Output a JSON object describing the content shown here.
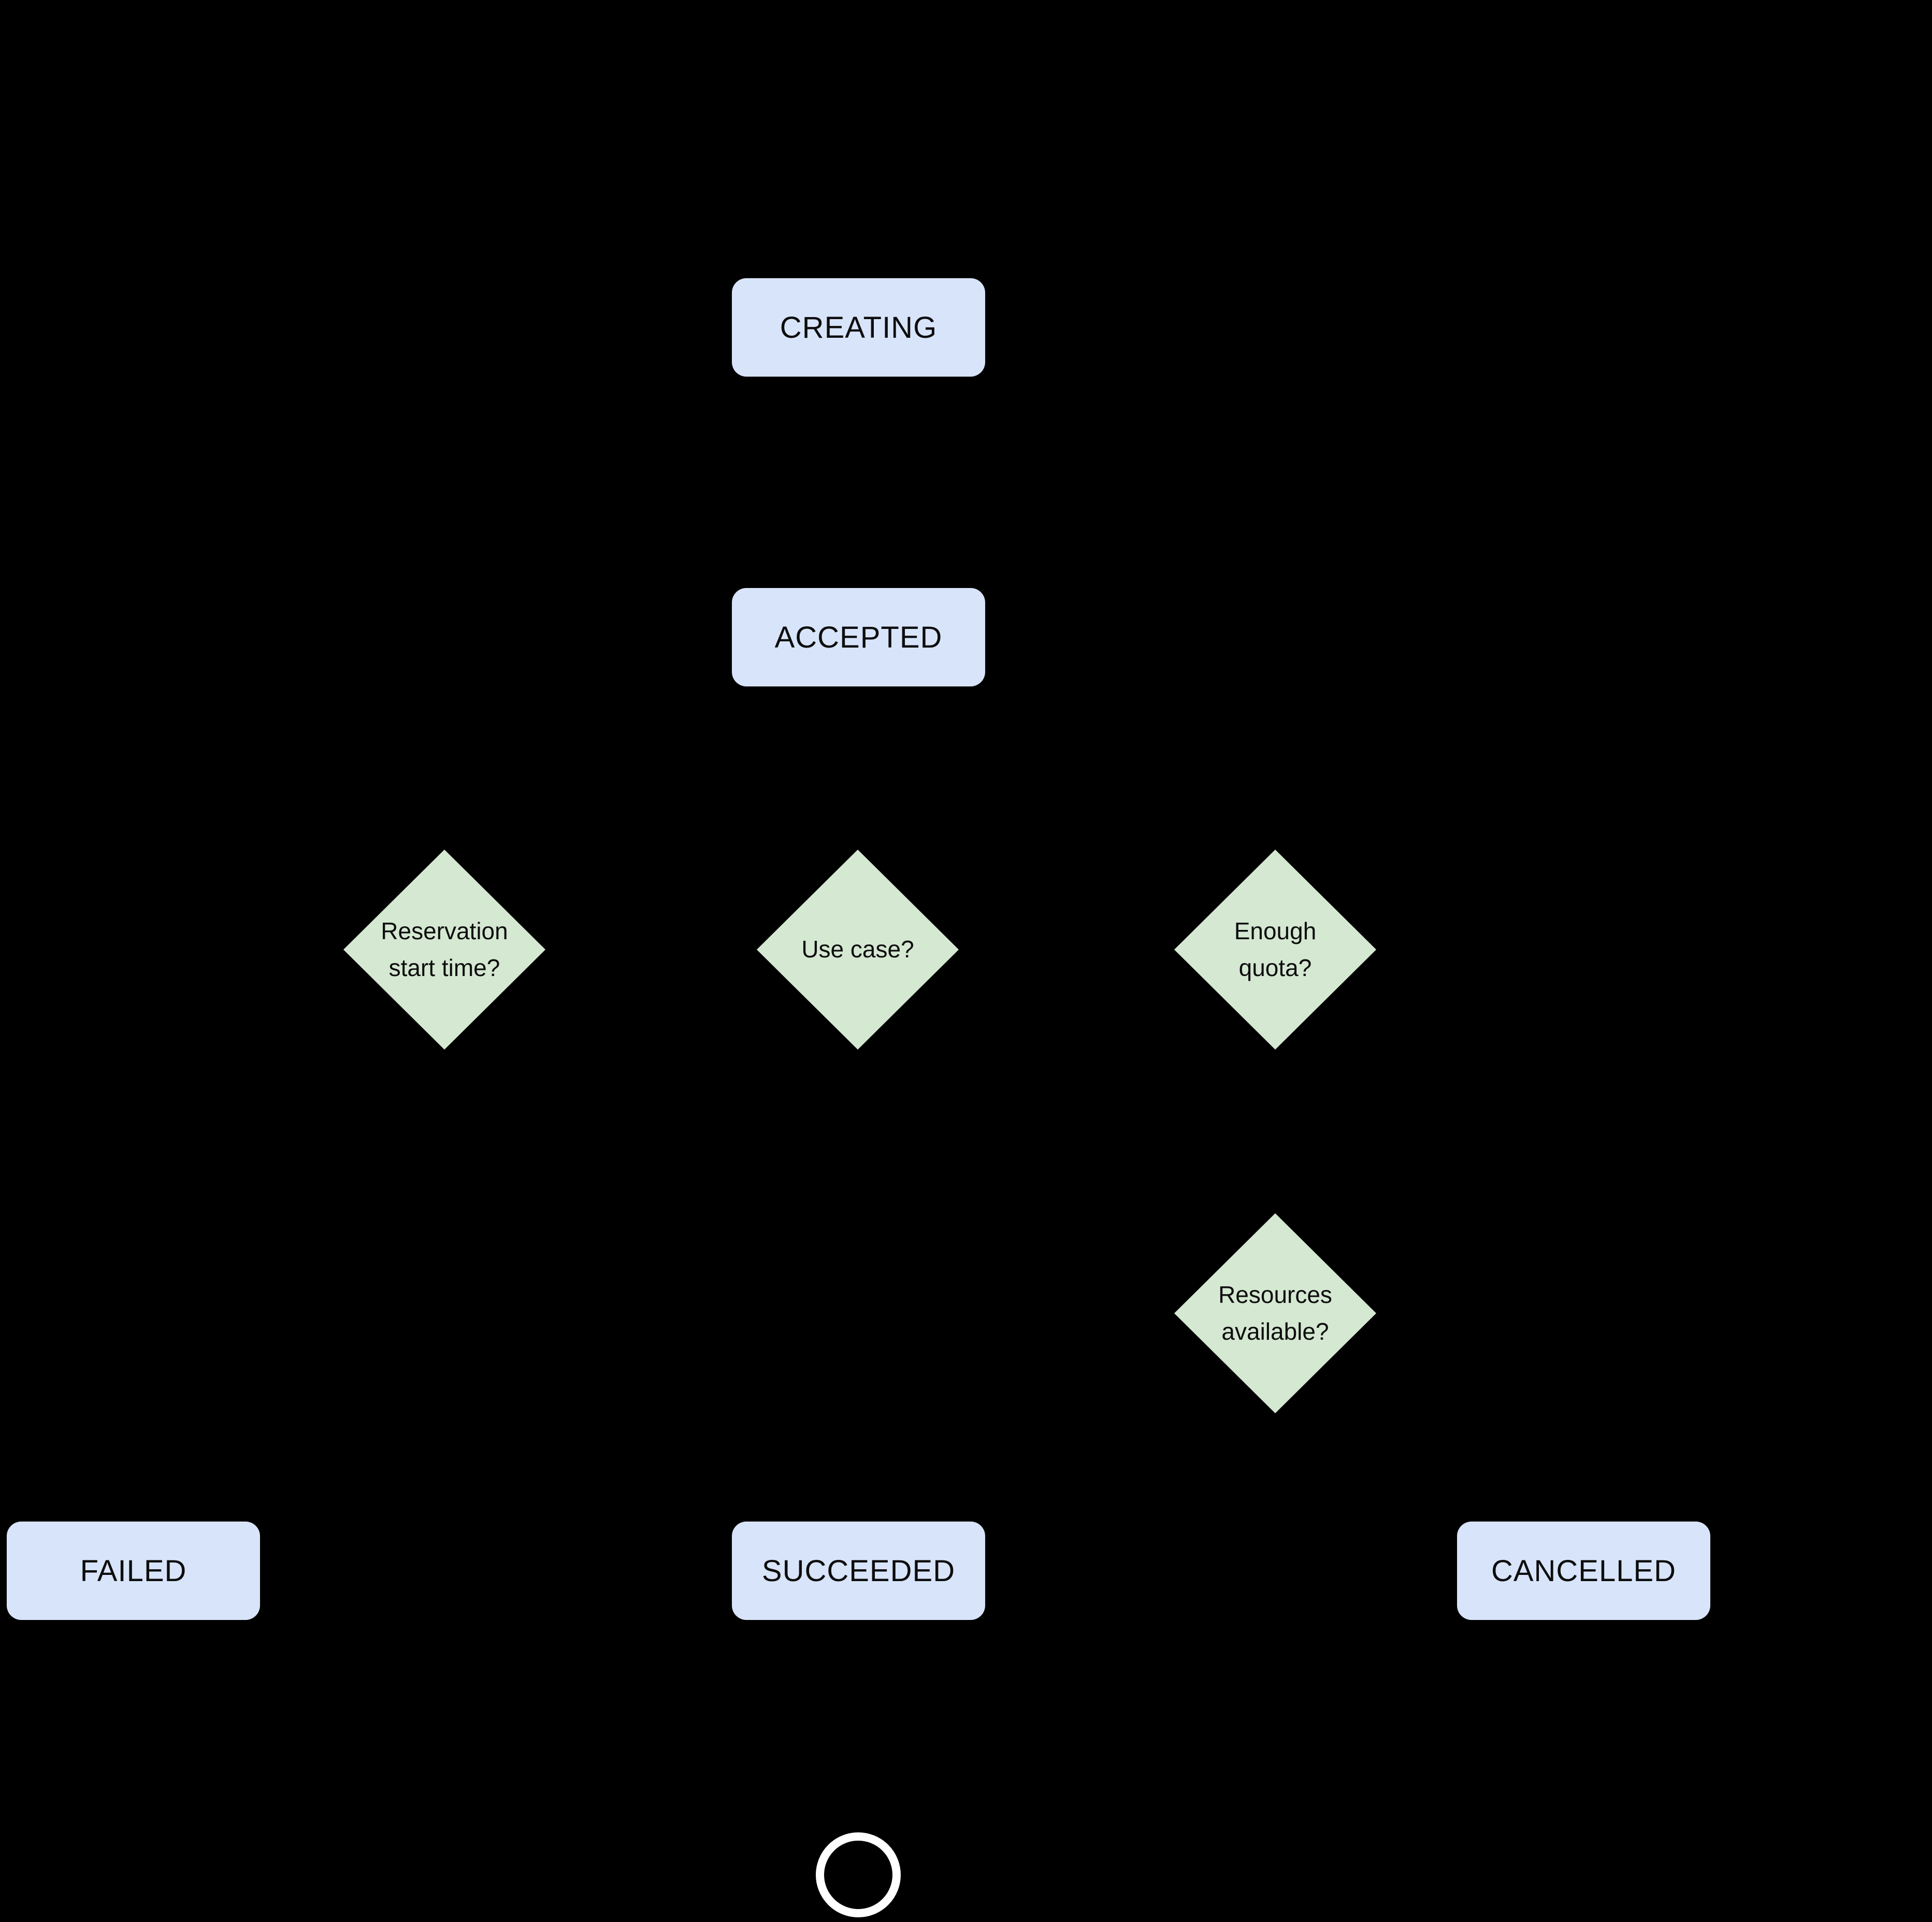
{
  "diagram": {
    "kind": "state-flowchart",
    "background": "#000000",
    "colors": {
      "state_fill": "#d8e4fa",
      "decision_fill": "#d5e8d2",
      "text": "#0d0d0d",
      "end_ring": "#ffffff"
    },
    "states": [
      {
        "id": "creating",
        "label": "CREATING"
      },
      {
        "id": "accepted",
        "label": "ACCEPTED"
      },
      {
        "id": "failed",
        "label": "FAILED"
      },
      {
        "id": "succeeded",
        "label": "SUCCEEDED"
      },
      {
        "id": "cancelled",
        "label": "CANCELLED"
      }
    ],
    "decisions": [
      {
        "id": "reservation-start-time",
        "label": "Reservation start time?",
        "line1": "Reservation",
        "line2": "start time?"
      },
      {
        "id": "use-case",
        "label": "Use case?",
        "line1": "Use case?",
        "line2": ""
      },
      {
        "id": "enough-quota",
        "label": "Enough quota?",
        "line1": "Enough",
        "line2": "quota?"
      },
      {
        "id": "resources-available",
        "label": "Resources available?",
        "line1": "Resources",
        "line2": "available?"
      }
    ],
    "end_node": {
      "id": "end",
      "shape": "circle-outline"
    }
  }
}
